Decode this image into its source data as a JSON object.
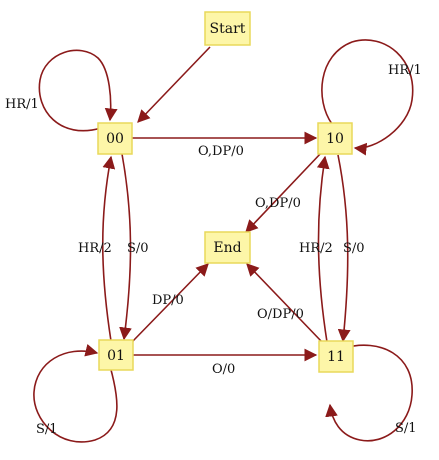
{
  "colors": {
    "node_fill": "#fdf6a8",
    "node_border": "#e9d85a",
    "edge": "#8b1a1a",
    "text": "#111111"
  },
  "nodes": {
    "start": "Start",
    "n00": "00",
    "n10": "10",
    "end": "End",
    "n01": "01",
    "n11": "11"
  },
  "edges": {
    "loop_00": "HR/1",
    "loop_10": "HR/1",
    "loop_01": "S/1",
    "loop_11": "S/1",
    "e00_10": "O,DP/0",
    "e10_end": "O,DP/0",
    "e01_00": "HR/2",
    "e00_01": "S/0",
    "e11_10": "HR/2",
    "e10_11": "S/0",
    "e01_end": "DP/0",
    "e11_end": "O/DP/0",
    "e01_11": "O/0"
  }
}
